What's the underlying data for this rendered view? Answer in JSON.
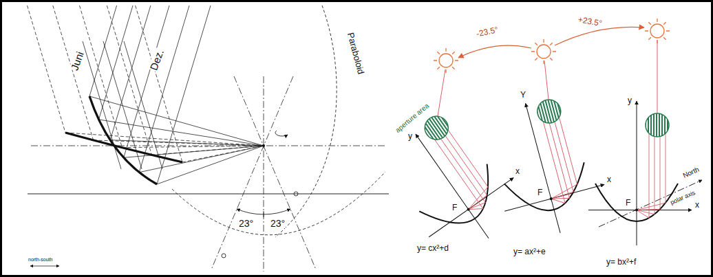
{
  "diagram": {
    "labels": [
      "Juni",
      "Dez.",
      "Paraboloid",
      "23°",
      "23°",
      "north-south",
      "-23.5°",
      "+23.5°",
      "aperture area",
      "y",
      "x",
      "F",
      "y= cx²+d",
      "Y",
      "x",
      "F",
      "y= ax²+e",
      "y",
      "F",
      "x",
      "North",
      "polar axis",
      "y= bx²+f"
    ]
  }
}
